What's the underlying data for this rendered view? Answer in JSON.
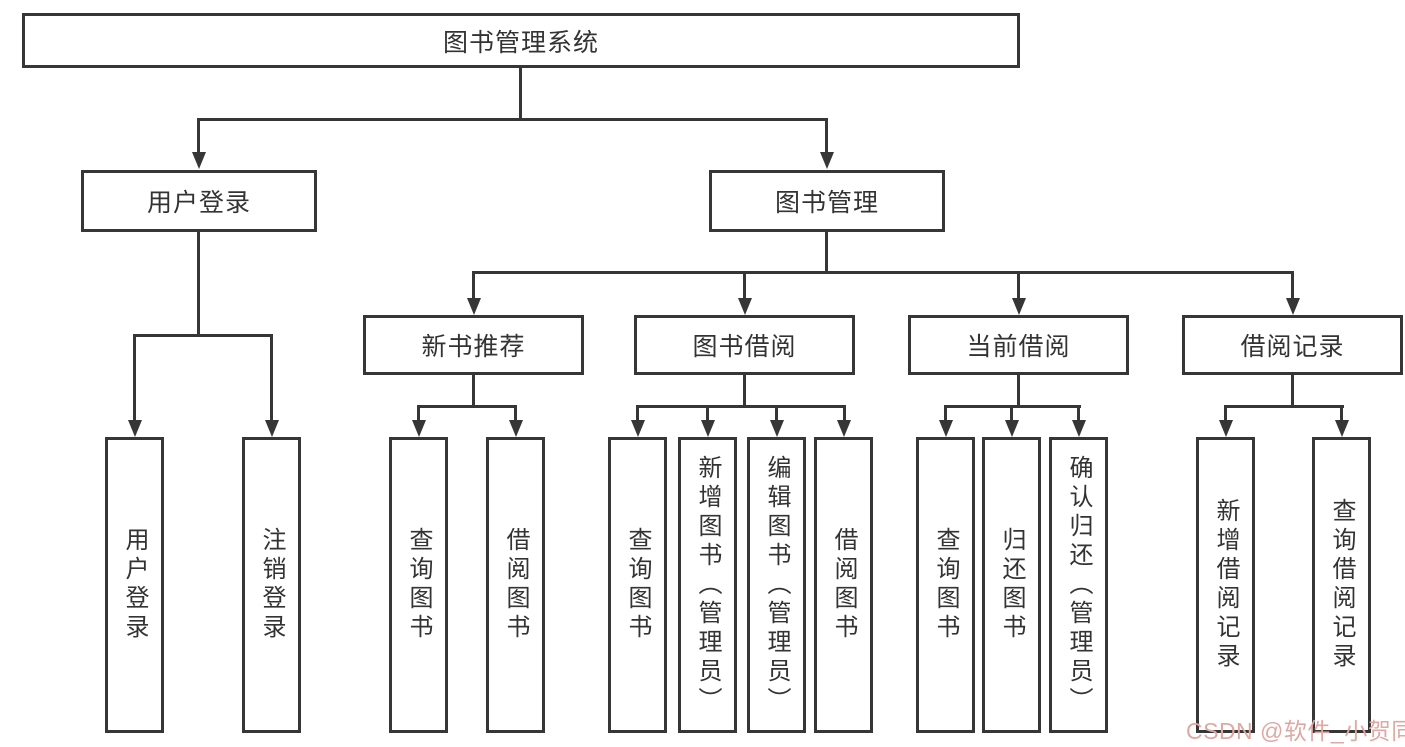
{
  "tree": {
    "root": "图书管理系统",
    "branches": [
      {
        "label": "用户登录",
        "children": [
          "用户登录",
          "注销登录"
        ]
      },
      {
        "label": "图书管理",
        "groups": [
          {
            "label": "新书推荐",
            "children": [
              "查询图书",
              "借阅图书"
            ]
          },
          {
            "label": "图书借阅",
            "children": [
              "查询图书",
              "新增图书（管理员）",
              "编辑图书（管理员）",
              "借阅图书"
            ]
          },
          {
            "label": "当前借阅",
            "children": [
              "查询图书",
              "归还图书",
              "确认归还（管理员）"
            ]
          },
          {
            "label": "借阅记录",
            "children": [
              "新增借阅记录",
              "查询借阅记录"
            ]
          }
        ]
      }
    ]
  },
  "watermark": {
    "text": "CSDN @软件_小贺同学",
    "color": "#dfa8a3"
  },
  "style_colors": {
    "line": "#363636",
    "text": "#333333",
    "box_fill": "#ffffff",
    "background": "#ffffff"
  }
}
